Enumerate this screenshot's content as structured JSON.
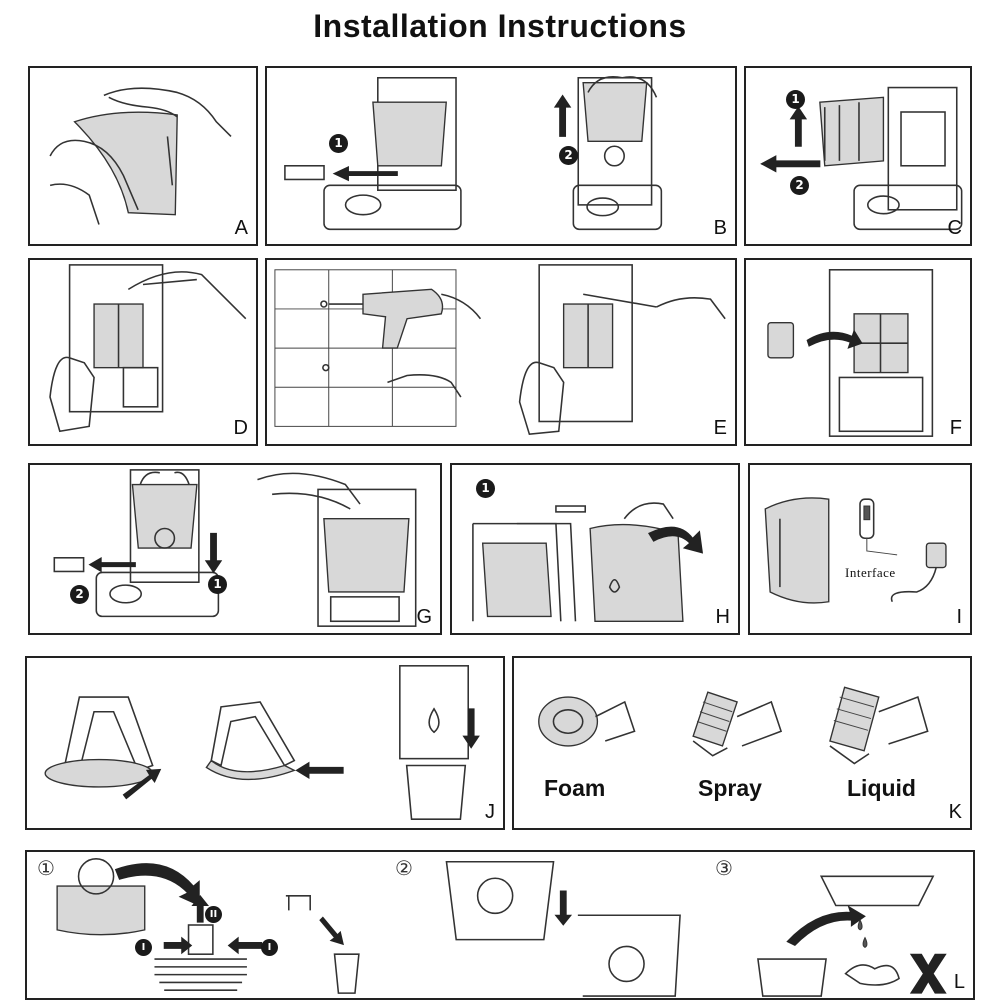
{
  "title": "Installation Instructions",
  "panels": {
    "A": {
      "label": "A"
    },
    "B": {
      "label": "B",
      "step1": "1",
      "step2": "2"
    },
    "C": {
      "label": "C",
      "step1": "1",
      "step2": "2"
    },
    "D": {
      "label": "D"
    },
    "E": {
      "label": "E"
    },
    "F": {
      "label": "F"
    },
    "G": {
      "label": "G",
      "step1": "1",
      "step2": "2"
    },
    "H": {
      "label": "H",
      "step1": "1"
    },
    "I": {
      "label": "I",
      "interface": "Interface"
    },
    "J": {
      "label": "J"
    },
    "K": {
      "label": "K",
      "foam": "Foam",
      "spray": "Spray",
      "liquid": "Liquid"
    },
    "L": {
      "label": "L",
      "sub1": "①",
      "sub2": "②",
      "sub3": "③",
      "mark_i": "I",
      "mark_ii": "II"
    }
  },
  "colors": {
    "line": "#333333",
    "fill": "#d8d8d8",
    "arrow": "#222222"
  }
}
